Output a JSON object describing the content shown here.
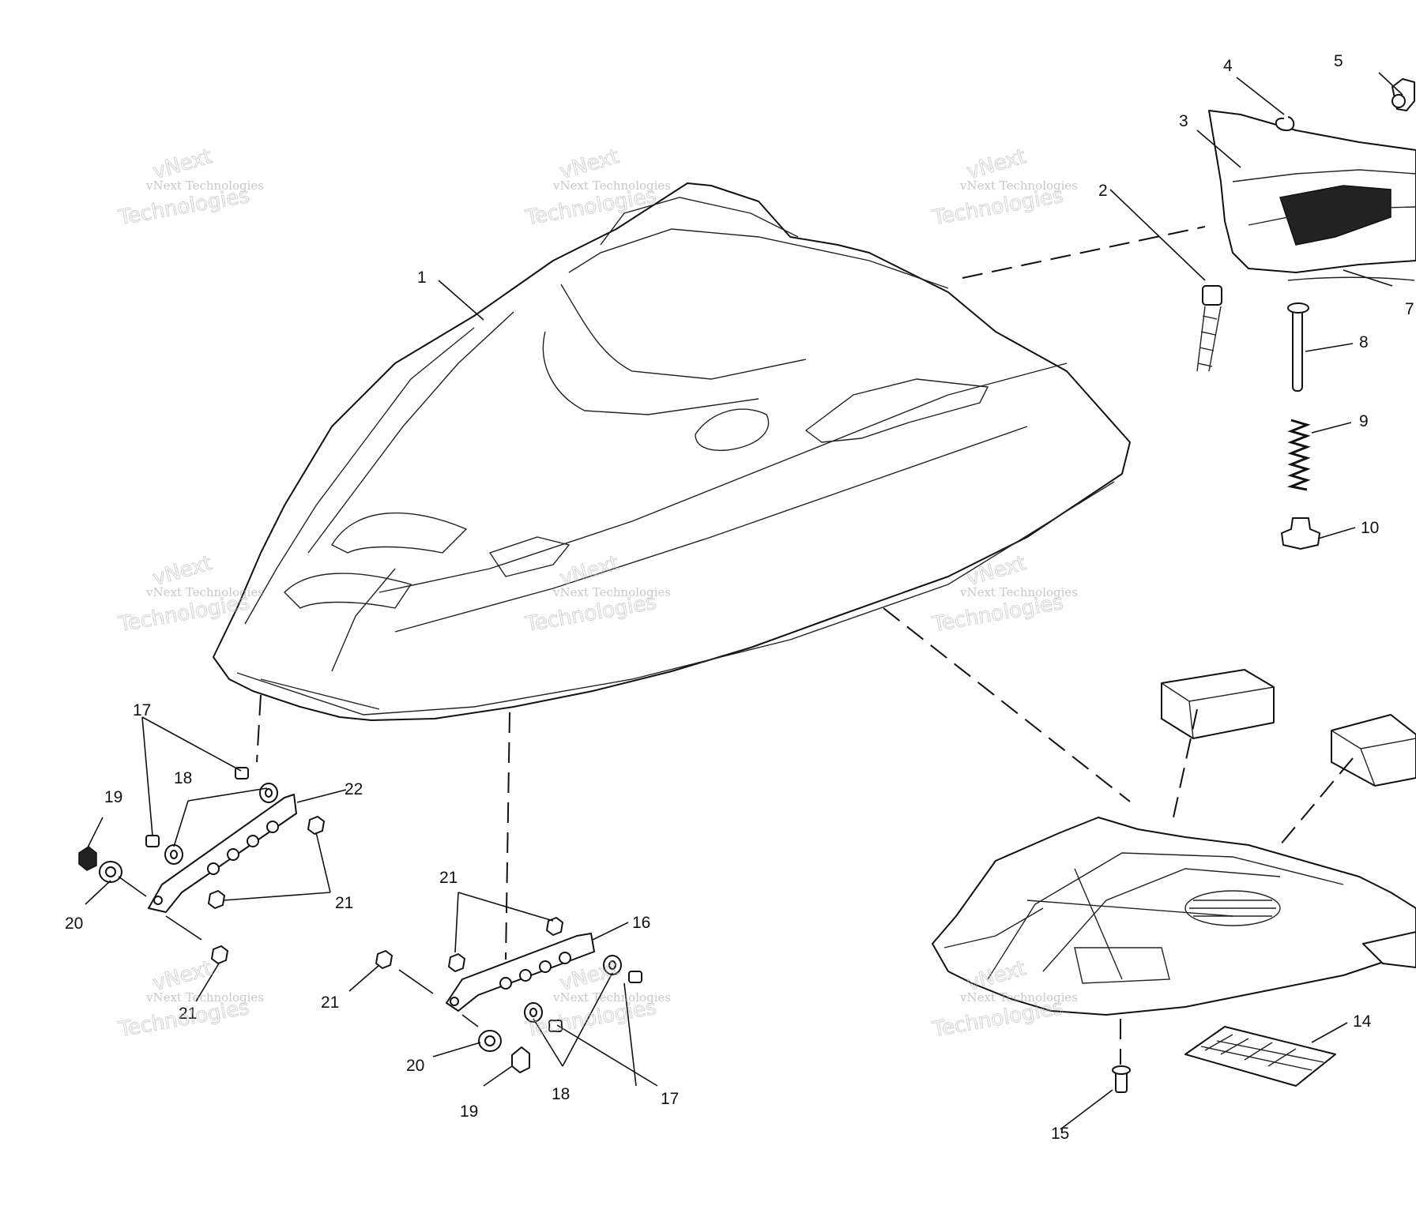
{
  "callouts": [
    {
      "label": "1"
    },
    {
      "label": "2"
    },
    {
      "label": "3"
    },
    {
      "label": "4"
    },
    {
      "label": "5"
    },
    {
      "label": "7"
    },
    {
      "label": "8"
    },
    {
      "label": "9"
    },
    {
      "label": "10"
    },
    {
      "label": "14"
    },
    {
      "label": "15"
    },
    {
      "label": "16"
    },
    {
      "label": "17"
    },
    {
      "label": "17"
    },
    {
      "label": "18"
    },
    {
      "label": "18"
    },
    {
      "label": "19"
    },
    {
      "label": "19"
    },
    {
      "label": "20"
    },
    {
      "label": "20"
    },
    {
      "label": "21"
    },
    {
      "label": "21"
    },
    {
      "label": "21"
    },
    {
      "label": "21"
    },
    {
      "label": "22"
    }
  ],
  "watermark": {
    "line1": "vNext Technologies",
    "line2": "vNext",
    "line3": "Technologies"
  }
}
